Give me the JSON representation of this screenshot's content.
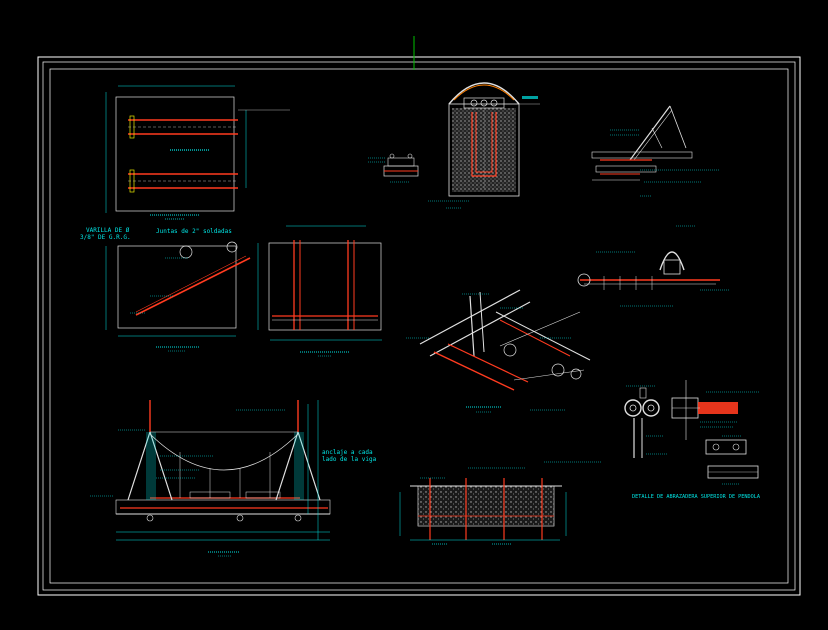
{
  "sheet": {
    "colors": {
      "background": "#000000",
      "frame": "#ffffff",
      "cyan": "#00e5e5",
      "red": "#ff3b1f",
      "white": "#e0e0e0",
      "yellow": "#e8e800",
      "green": "#00c000",
      "orange": "#ff8000"
    }
  },
  "labels": {
    "varilla_de": "VARILLA DE Ø",
    "varilla_size": "3/8\" DE G.R.G.",
    "juntas": "Juntas de 2\" soldadas",
    "anclaje_note_1": "anclaje a cada",
    "anclaje_note_2": "lado de la viga",
    "detalle_title": "DETALLE DE ABRAZADERA SUPERIOR DE PENDOLA"
  }
}
